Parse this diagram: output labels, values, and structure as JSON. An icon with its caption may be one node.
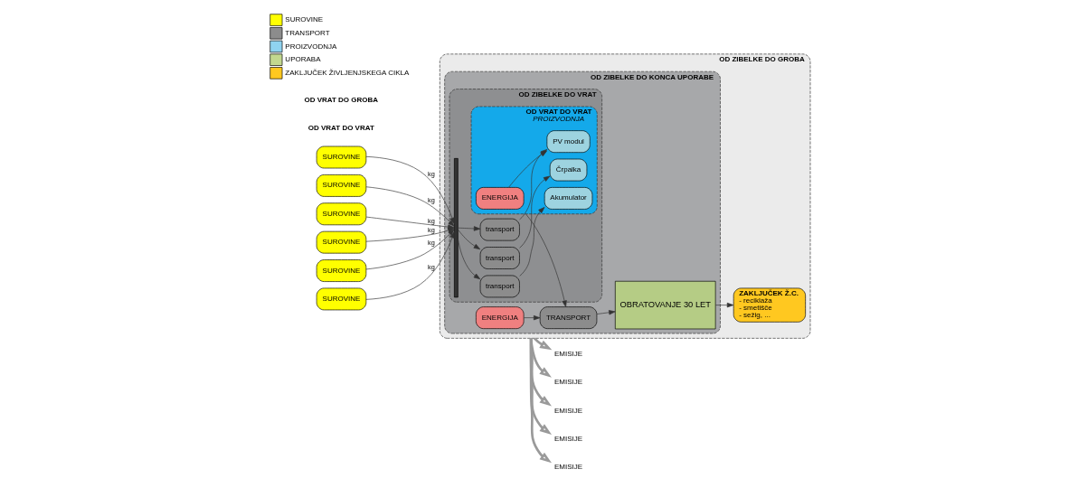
{
  "diagram": {
    "nodes": [
      {
        "text": [
          "OD ZIBELKE DO GROBA"
        ]
      },
      {
        "text": [
          "OD ZIBELKE DO KONCA UPORABE"
        ],
        "in": 0
      },
      {
        "text": [
          "OD ZIBELKE DO VRAT"
        ],
        "in": 1
      },
      {
        "text": [
          "OD VRAT DO VRAT",
          "PROIZVODNJA"
        ],
        "in": 2
      },
      {
        "text": [
          "ENERGIJA"
        ],
        "in": 3
      },
      {
        "text": [
          "PV modul"
        ],
        "in": 3
      },
      {
        "text": [
          "Akumulator"
        ],
        "in": 3
      },
      {
        "text": [
          "Črpalka"
        ],
        "in": 3
      },
      {
        "text": [],
        "shape": "bar",
        "in": 2
      },
      {
        "text": [
          "transport"
        ],
        "in": 2
      },
      {
        "text": [
          "transport"
        ],
        "in": 2
      },
      {
        "text": [
          "transport"
        ],
        "in": 2
      },
      {
        "text": [
          "ENERGIJA"
        ],
        "in": 1
      },
      {
        "text": [
          "TRANSPORT"
        ],
        "in": 1
      },
      {
        "text": [
          "OBRATOVANJE 30 LET"
        ],
        "in": 1
      },
      {
        "text": [
          "ZAKLJUČEK Ž.C.",
          "- reciklaža",
          "- smetišče",
          "- sežig, ..."
        ],
        "in": 0
      },
      {
        "text": [
          "SUROVINE"
        ]
      },
      {
        "text": [
          "SUROVINE"
        ]
      },
      {
        "text": [
          "SUROVINE"
        ]
      },
      {
        "text": [
          "SUROVINE"
        ]
      },
      {
        "text": [
          "SUROVINE"
        ]
      },
      {
        "text": [
          "SUROVINE"
        ]
      },
      {
        "text": [
          "EMISIJE"
        ]
      },
      {
        "text": [
          "EMISIJE"
        ]
      },
      {
        "text": [
          "EMISIJE"
        ]
      },
      {
        "text": [
          "EMISIJE"
        ]
      },
      {
        "text": [
          "EMISIJE"
        ]
      }
    ],
    "edges": [
      {
        "from": 16,
        "to": 8,
        "arrow": "to",
        "label": "kg"
      },
      {
        "from": 17,
        "to": 8,
        "arrow": "to",
        "label": "kg"
      },
      {
        "from": 18,
        "to": 8,
        "arrow": "to",
        "label": "kg"
      },
      {
        "from": 19,
        "to": 8,
        "arrow": "to",
        "label": "kg"
      },
      {
        "from": 20,
        "to": 8,
        "arrow": "to",
        "label": "kg"
      },
      {
        "from": 21,
        "to": 8,
        "arrow": "to",
        "label": "kg"
      },
      {
        "from": 8,
        "to": 9,
        "arrow": "to"
      },
      {
        "from": 8,
        "to": 10,
        "arrow": "to"
      },
      {
        "from": 8,
        "to": 11,
        "arrow": "to"
      },
      {
        "from": 9,
        "to": 5,
        "arrow": "to"
      },
      {
        "from": 10,
        "to": 6,
        "arrow": "to"
      },
      {
        "from": 11,
        "to": 7,
        "arrow": "to"
      },
      {
        "from": 4,
        "to": 5,
        "arrow": "to"
      },
      {
        "from": 3,
        "to": 13,
        "arrow": "to"
      },
      {
        "from": 12,
        "to": 13,
        "arrow": "to"
      },
      {
        "from": 13,
        "to": 14,
        "arrow": "to"
      },
      {
        "from": 14,
        "to": 15,
        "arrow": "to"
      },
      {
        "from": 0,
        "to": 22,
        "arrow": "to",
        "style": "thick",
        "color": "#9a9a9a"
      },
      {
        "from": 0,
        "to": 23,
        "arrow": "to",
        "style": "thick",
        "color": "#9a9a9a"
      },
      {
        "from": 0,
        "to": 24,
        "arrow": "to",
        "style": "thick",
        "color": "#9a9a9a"
      },
      {
        "from": 0,
        "to": 25,
        "arrow": "to",
        "style": "thick",
        "color": "#9a9a9a"
      },
      {
        "from": 0,
        "to": 26,
        "arrow": "to",
        "style": "thick",
        "color": "#9a9a9a"
      }
    ],
    "labels": [
      "OD VRAT DO VRAT",
      "OD VRAT DO GROBA"
    ],
    "legend": [
      {
        "text": "SUROVINE",
        "color": "#ffff00"
      },
      {
        "text": "TRANSPORT",
        "color": "#8c8c8c"
      },
      {
        "text": "PROIZVODNJA",
        "color": "#8fd3f0"
      },
      {
        "text": "UPORABA",
        "color": "#c3d88f"
      },
      {
        "text": "ZAKLJUČEK ŽIVLJENJSKEGA CIKLA",
        "color": "#ffc820"
      }
    ]
  }
}
